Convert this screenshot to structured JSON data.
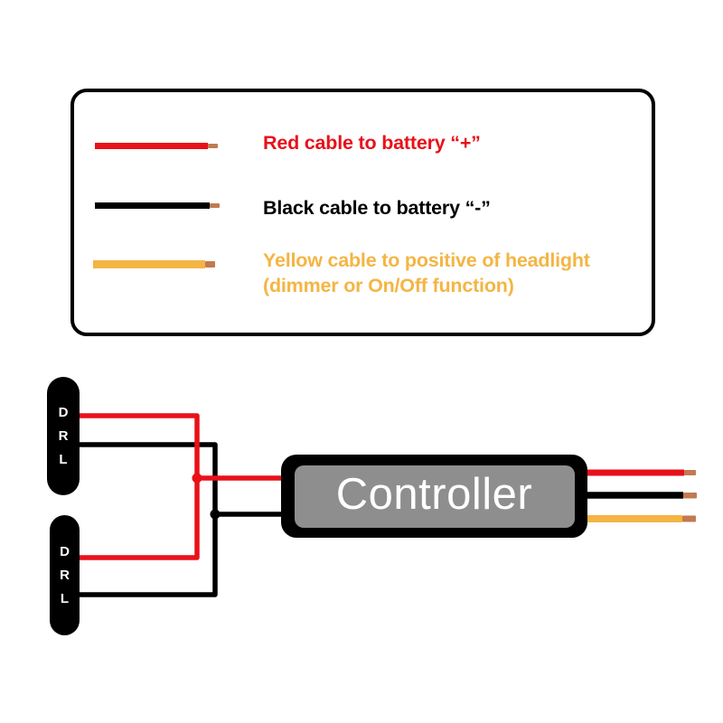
{
  "colors": {
    "wire-red": "#e8111a",
    "wire-black": "#000000",
    "wire-yellow": "#f4b544",
    "wire-tip": "#c17a52",
    "controller-gray": "#8e8e8e",
    "controller-text": "#ffffff"
  },
  "legend": {
    "rows": [
      {
        "name": "red",
        "label": "Red cable to battery “+”"
      },
      {
        "name": "black",
        "label": "Black cable to battery “-”"
      },
      {
        "name": "yellow",
        "label": "Yellow cable to positive of headlight\n (dimmer or On/Off function)"
      }
    ]
  },
  "diagram": {
    "drl_top": {
      "letters": [
        "D",
        "R",
        "L"
      ]
    },
    "drl_bottom": {
      "letters": [
        "D",
        "R",
        "L"
      ]
    },
    "controller_label": "Controller"
  }
}
